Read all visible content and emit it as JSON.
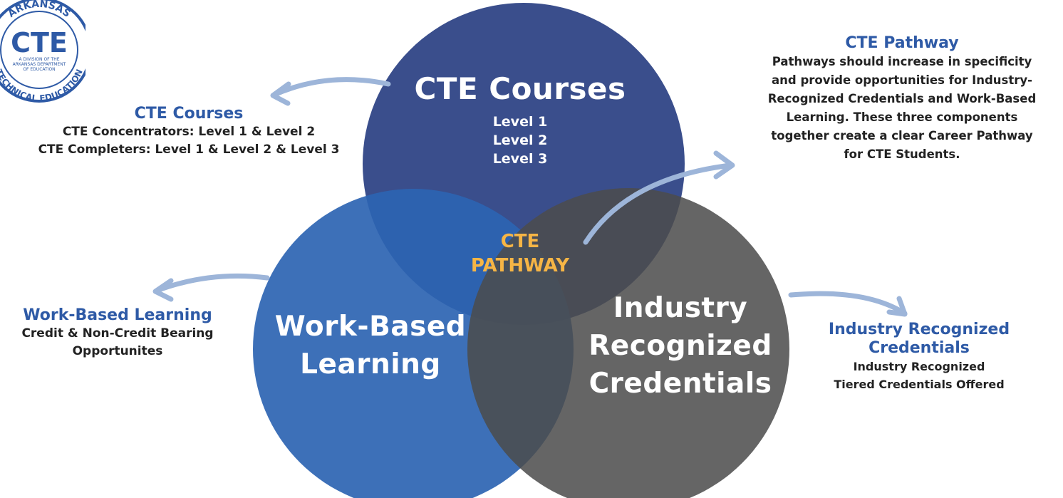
{
  "colors": {
    "courses_circle": "#2f4486",
    "wbl_circle": "#2c64b2",
    "irc_circle": "#4c4c4c",
    "center_text": "#f6b545",
    "side_heading": "#2e5aa6",
    "arrow": "#9db5d9"
  },
  "logo": {
    "ring_top": "ARKANSAS",
    "ring_bottom": "TECHNICAL EDUCATION",
    "center": "CTE",
    "sub_lines": [
      "A DIVISION OF THE",
      "ARKANSAS DEPARTMENT",
      "OF EDUCATION"
    ]
  },
  "circles": {
    "courses": {
      "title": "CTE Courses",
      "levels": [
        "Level 1",
        "Level 2",
        "Level 3"
      ]
    },
    "wbl": {
      "title_lines": [
        "Work-Based",
        "Learning"
      ]
    },
    "irc": {
      "title_lines": [
        "Industry",
        "Recognized",
        "Credentials"
      ]
    },
    "center": {
      "lines": [
        "CTE",
        "PATHWAY"
      ]
    }
  },
  "side": {
    "courses": {
      "heading": "CTE Courses",
      "lines": [
        "CTE Concentrators: Level 1 & Level 2",
        "CTE Completers: Level 1 & Level 2 & Level 3"
      ]
    },
    "pathway": {
      "heading": "CTE Pathway",
      "lines": [
        "Pathways should increase in specificity",
        "and provide opportunities for Industry-",
        "Recognized Credentials and Work-Based",
        "Learning.  These three components",
        "together create a clear Career Pathway",
        "for CTE Students."
      ]
    },
    "wbl": {
      "heading": "Work-Based Learning",
      "lines": [
        "Credit & Non-Credit Bearing",
        "Opportunites"
      ]
    },
    "irc": {
      "heading_lines": [
        "Industry Recognized",
        "Credentials"
      ],
      "lines": [
        "Industry Recognized",
        "Tiered Credentials Offered"
      ]
    }
  }
}
